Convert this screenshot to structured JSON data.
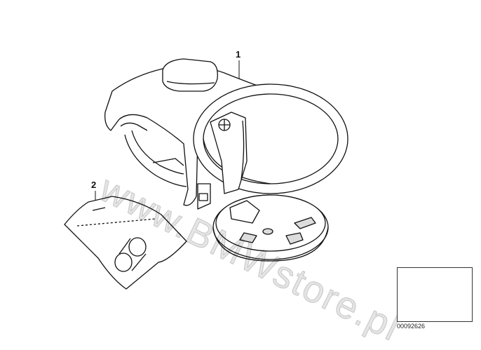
{
  "diagram": {
    "callouts": [
      {
        "id": "1",
        "label": "1"
      },
      {
        "id": "2",
        "label": "2"
      }
    ],
    "watermark": "www.BMWstore.pl",
    "part_number": "00092626",
    "colors": {
      "line": "#111111",
      "fill": "#ffffff",
      "shade": "#dcdcdc"
    }
  }
}
